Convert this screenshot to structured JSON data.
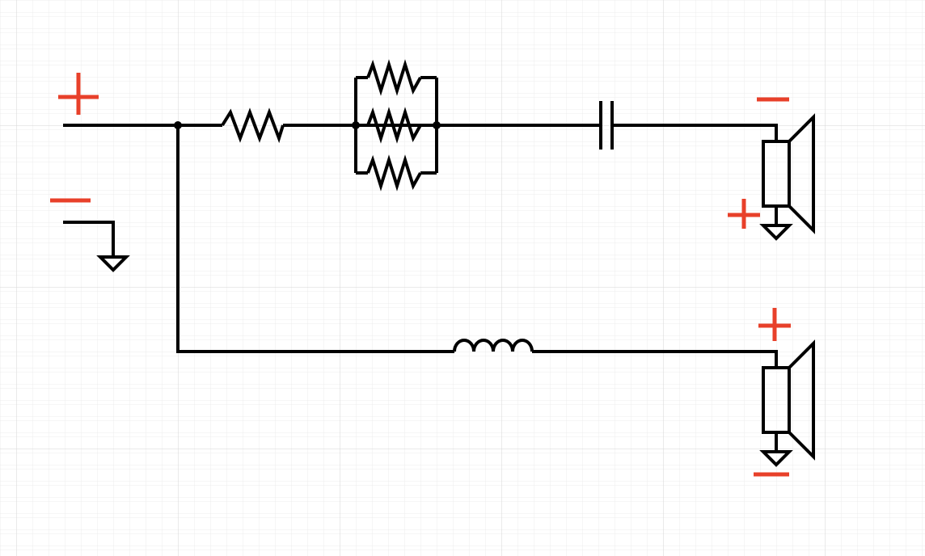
{
  "colors": {
    "background": "#ffffff",
    "grid_minor": "#ececec",
    "grid_major": "#d6d6d6",
    "wire": "#000000",
    "polarity": "#e8402a"
  },
  "diagram": {
    "type": "circuit-schematic",
    "grid": true,
    "components": [
      {
        "kind": "source-positive-terminal",
        "mark": "+"
      },
      {
        "kind": "source-negative-terminal",
        "mark": "−"
      },
      {
        "kind": "resistor-series"
      },
      {
        "kind": "resistor-parallel-bank",
        "count": 3
      },
      {
        "kind": "capacitor"
      },
      {
        "kind": "inductor"
      },
      {
        "kind": "speaker-tweeter",
        "polarity": [
          "−",
          "+"
        ]
      },
      {
        "kind": "speaker-woofer",
        "polarity": [
          "+",
          "−"
        ]
      },
      {
        "kind": "ground",
        "count": 3
      }
    ]
  }
}
